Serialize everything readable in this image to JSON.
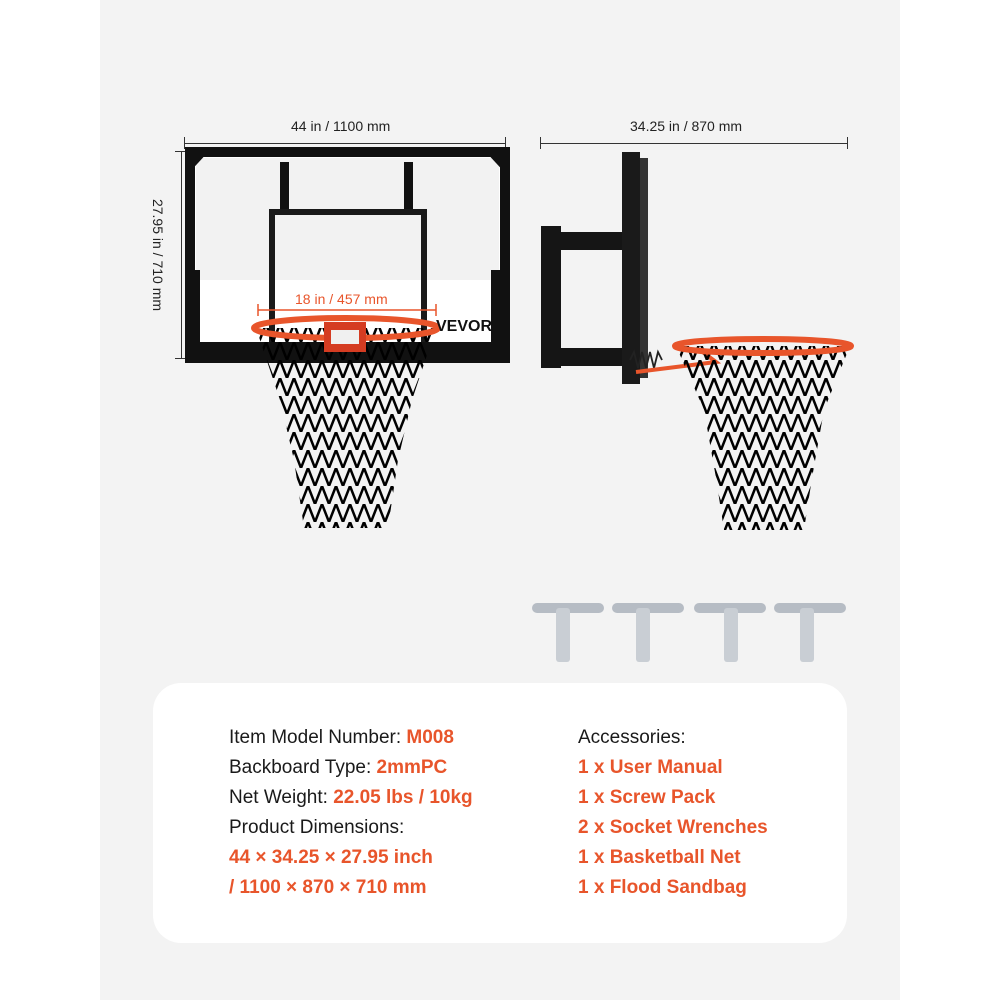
{
  "colors": {
    "accent": "#e8552b",
    "frame": "#111111",
    "net_red": "#c8322c",
    "net_white": "#e6e6e6",
    "net_blue": "#2f52a8",
    "card_bg": "#ffffff",
    "page_bg": "#f3f3f3"
  },
  "dimensions": {
    "front_width": "44 in / 1100 mm",
    "front_height": "27.95 in / 710 mm",
    "rim_diameter": "18 in / 457 mm",
    "side_depth": "34.25 in / 870 mm"
  },
  "brand": {
    "logo_text": "VEVOR"
  },
  "icons": {
    "front": "basketball-hoop-front-view-illustration",
    "side": "basketball-hoop-side-view-illustration",
    "wrench": "socket-wrench-icon"
  },
  "wrench_count": 4,
  "specs": {
    "model_label": "Item Model Number: ",
    "model_value": "M008",
    "backboard_label": "Backboard Type: ",
    "backboard_value": "2mmPC",
    "weight_label": "Net Weight: ",
    "weight_value": "22.05 lbs / 10kg",
    "dimensions_label": "Product Dimensions:",
    "dimensions_value_1": "44 × 34.25 × 27.95 inch",
    "dimensions_value_2": "/ 1100 × 870 × 710 mm"
  },
  "accessories": {
    "title": "Accessories:",
    "items": [
      "1 x User Manual",
      "1 x Screw Pack",
      "2 x Socket Wrenches",
      "1 x Basketball Net",
      "1 x Flood Sandbag"
    ]
  }
}
